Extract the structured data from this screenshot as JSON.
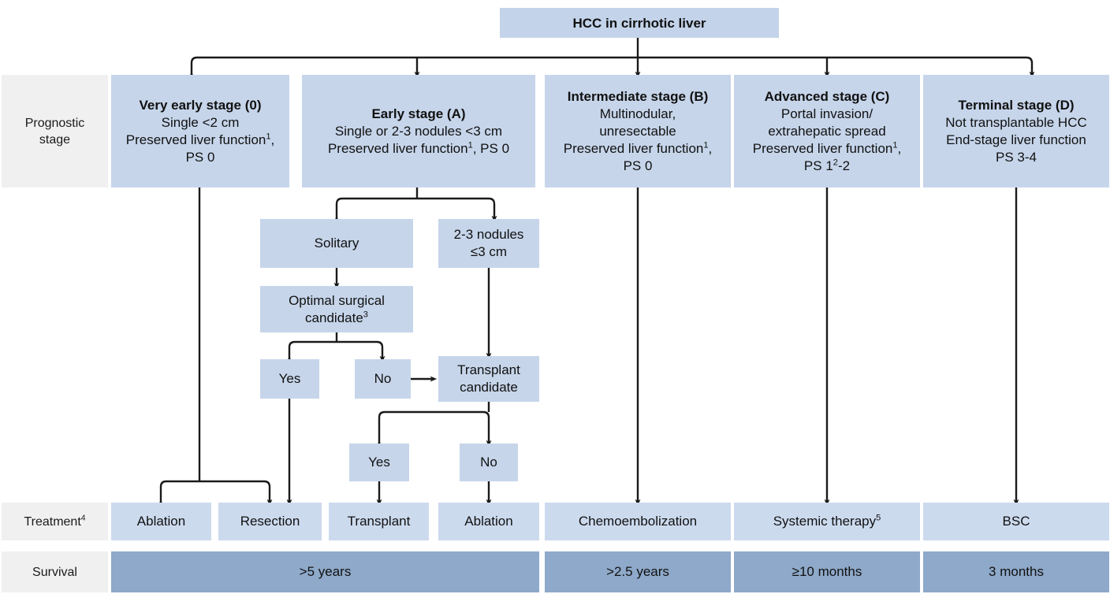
{
  "root": {
    "label": "HCC in cirrhotic liver"
  },
  "row_labels": {
    "prognostic": "Prognostic\nstage",
    "treatment": "Treatment",
    "treatment_sup": "4",
    "survival": "Survival"
  },
  "stages": [
    {
      "title": "Very early stage (0)",
      "lines": [
        "Single <2 cm",
        "Preserved liver function",
        ", ",
        "PS 0"
      ],
      "l1": "Single <2 cm",
      "l2a": "Preserved liver function",
      "l2sup": "1",
      "l2b": ",",
      "l3": "PS 0"
    },
    {
      "title": "Early stage (A)",
      "l1": "Single or 2-3 nodules <3 cm",
      "l2a": "Preserved liver function",
      "l2sup": "1",
      "l2b": ", PS 0"
    },
    {
      "title": "Intermediate stage (B)",
      "l1": "Multinodular,",
      "l1b": "unresectable",
      "l2a": "Preserved liver function",
      "l2sup": "1",
      "l2b": ",",
      "l3": "PS 0"
    },
    {
      "title": "Advanced stage (C)",
      "l1": "Portal invasion/",
      "l1b": "extrahepatic spread",
      "l2a": "Preserved liver function",
      "l2sup": "1",
      "l2b": ",",
      "l3a": "PS 1",
      "l3sup": "2",
      "l3b": "-2"
    },
    {
      "title": "Terminal stage (D)",
      "l1": "Not transplantable HCC",
      "l1b": "End-stage liver function",
      "l3": "PS 3-4"
    }
  ],
  "decision": {
    "solitary": "Solitary",
    "nodules_l1": "2-3 nodules",
    "nodules_l2": "≤3 cm",
    "optimal_l1": "Optimal surgical",
    "optimal_l2": "candidate",
    "optimal_sup": "3",
    "yes1": "Yes",
    "no1": "No",
    "transplant_l1": "Transplant",
    "transplant_l2": "candidate",
    "yes2": "Yes",
    "no2": "No"
  },
  "treatments": [
    {
      "label": "Ablation"
    },
    {
      "label": "Resection"
    },
    {
      "label": "Transplant"
    },
    {
      "label": "Ablation"
    },
    {
      "label": "Chemoembolization"
    },
    {
      "label": "Systemic therapy",
      "sup": "5"
    },
    {
      "label": "BSC"
    }
  ],
  "survival": [
    {
      "label": ">5 years"
    },
    {
      "label": ">2.5 years"
    },
    {
      "label": "≥10 months"
    },
    {
      "label": "3 months"
    }
  ],
  "colors": {
    "box_blue": "#c6d5ea",
    "box_blue_light": "#cfdcef",
    "survival_blue": "#8ea9c9",
    "row_label_gray": "#f0f0f0",
    "line_black": "#1a1a1a"
  }
}
